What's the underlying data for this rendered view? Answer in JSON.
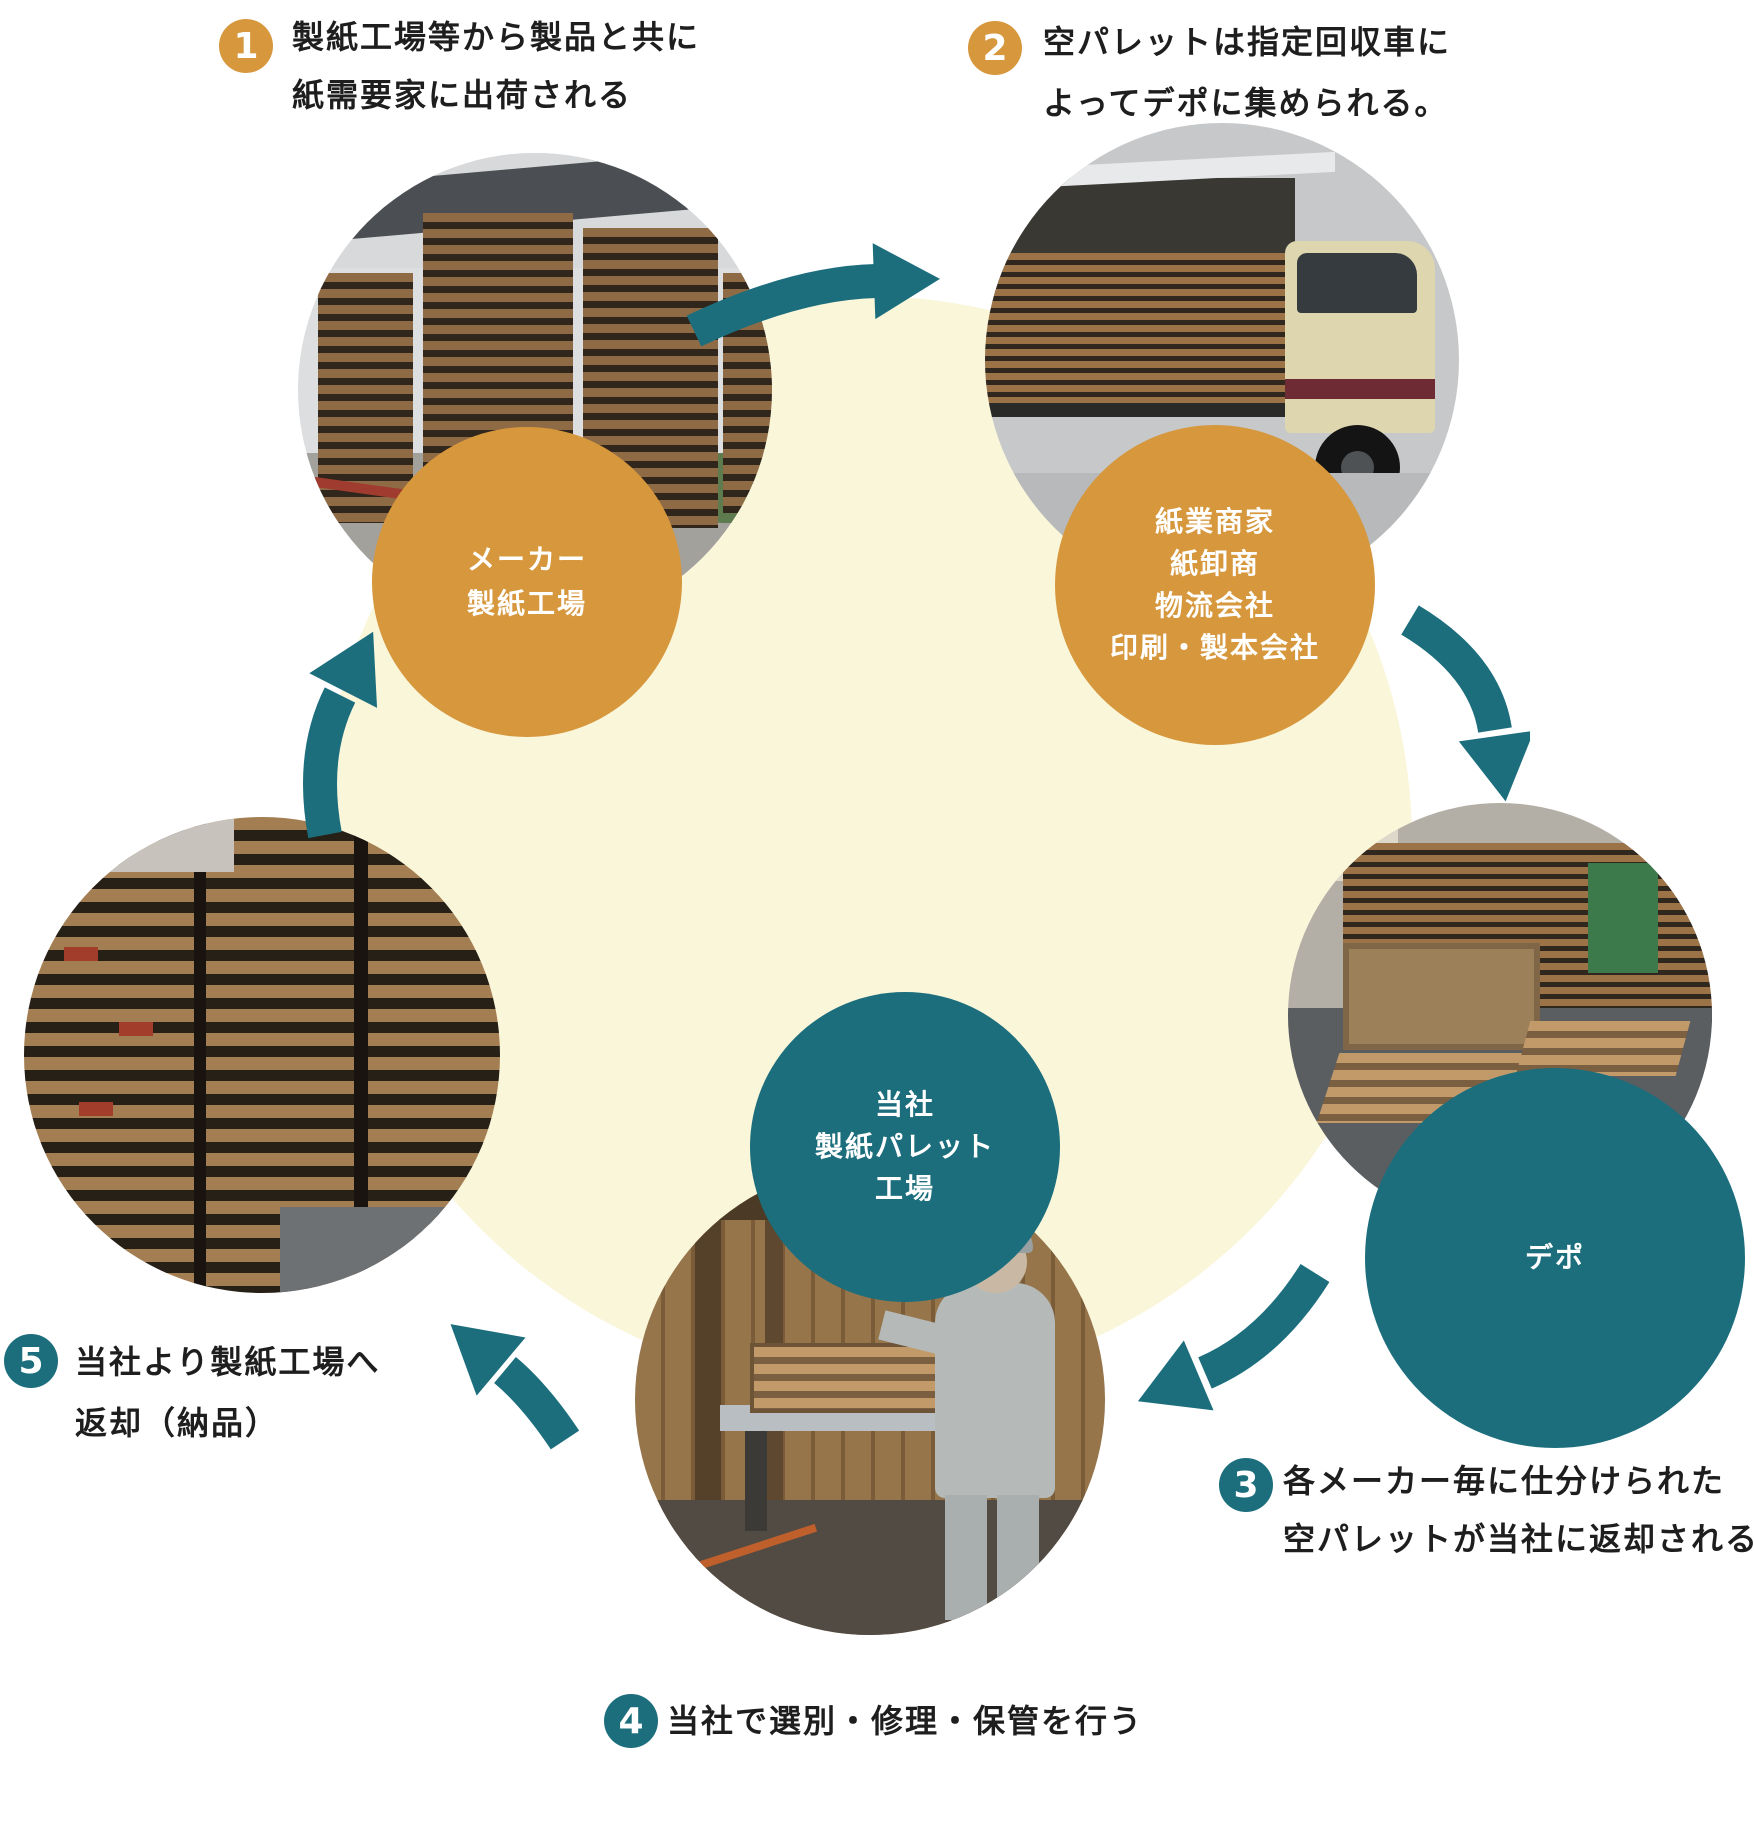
{
  "colors": {
    "orange": "#D6973D",
    "teal": "#1C6E7D",
    "cream": "#FAF6DA",
    "ink": "#1E1E1E"
  },
  "steps": [
    {
      "number": "1",
      "badge_color": "orange",
      "lines": [
        "製紙工場等から製品と共に",
        "紙需要家に出荷される"
      ]
    },
    {
      "number": "2",
      "badge_color": "orange",
      "lines": [
        "空パレットは指定回収車に",
        "よってデポに集められる。"
      ]
    },
    {
      "number": "3",
      "badge_color": "teal",
      "lines": [
        "各メーカー毎に仕分けられた",
        "空パレットが当社に返却される"
      ]
    },
    {
      "number": "4",
      "badge_color": "teal",
      "lines": [
        "当社で選別・修理・保管を行う"
      ]
    },
    {
      "number": "5",
      "badge_color": "teal",
      "lines": [
        "当社より製紙工場へ",
        "返却（納品）"
      ]
    }
  ],
  "nodes": [
    {
      "id": "maker-paper-mill",
      "color": "orange",
      "lines": [
        "メーカー",
        "製紙工場"
      ]
    },
    {
      "id": "paper-merchants",
      "color": "orange",
      "lines": [
        "紙業商家",
        "紙卸商",
        "物流会社",
        "印刷・製本会社"
      ]
    },
    {
      "id": "depot",
      "color": "teal",
      "lines": [
        "デポ"
      ]
    },
    {
      "id": "our-pallet-factory",
      "color": "teal",
      "lines": [
        "当社",
        "製紙パレット",
        "工場"
      ]
    }
  ],
  "photos": [
    {
      "id": "pallet-yard-stacks"
    },
    {
      "id": "collection-truck-loaded-with-pallets"
    },
    {
      "id": "depot-warehouse-pallets"
    },
    {
      "id": "workshop-pallet-repair"
    },
    {
      "id": "tall-pallet-stacks-closeup"
    }
  ]
}
